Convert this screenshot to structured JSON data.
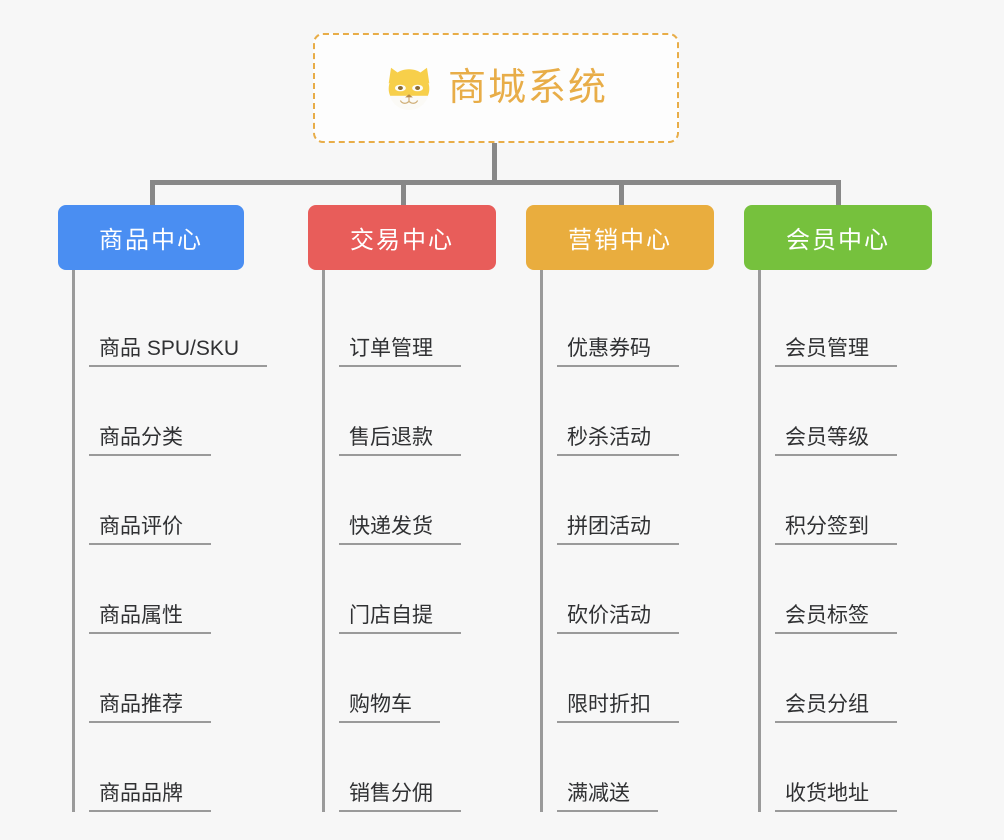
{
  "page": {
    "background": "#f7f7f7",
    "line_color": "#9a9a9a"
  },
  "root": {
    "title": "商城系统",
    "icon": "dog-face-icon",
    "accent": "#e8ad48",
    "border_style": "dashed"
  },
  "categories": [
    {
      "label": "商品中心",
      "color": "#4a8ef2",
      "items": [
        "商品 SPU/SKU",
        "商品分类",
        "商品评价",
        "商品属性",
        "商品推荐",
        "商品品牌"
      ]
    },
    {
      "label": "交易中心",
      "color": "#e85d5a",
      "items": [
        "订单管理",
        "售后退款",
        "快递发货",
        "门店自提",
        "购物车",
        "销售分佣"
      ]
    },
    {
      "label": "营销中心",
      "color": "#e9ad3e",
      "items": [
        "优惠券码",
        "秒杀活动",
        "拼团活动",
        "砍价活动",
        "限时折扣",
        "满减送"
      ]
    },
    {
      "label": "会员中心",
      "color": "#76c13d",
      "items": [
        "会员管理",
        "会员等级",
        "积分签到",
        "会员标签",
        "会员分组",
        "收货地址"
      ]
    }
  ]
}
